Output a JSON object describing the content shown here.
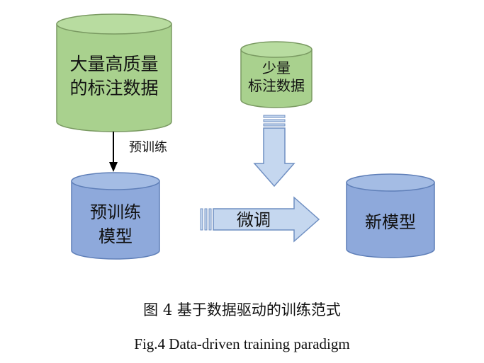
{
  "nodes": {
    "large_data": {
      "line1": "大量高质量",
      "line2": "的标注数据",
      "fill": "#a9d18e",
      "stroke": "#7a9a62"
    },
    "small_data": {
      "line1": "少量",
      "line2": "标注数据",
      "fill": "#a9d18e",
      "stroke": "#7a9a62"
    },
    "pretrained_model": {
      "line1": "预训练",
      "line2": "模型",
      "fill": "#8ea9db",
      "stroke": "#5f7fb8"
    },
    "new_model": {
      "line1": "新模型",
      "fill": "#8ea9db",
      "stroke": "#5f7fb8"
    }
  },
  "edges": {
    "pretrain": {
      "label": "预训练"
    },
    "finetune": {
      "label": "微调",
      "fill": "#c5d7ef",
      "stroke": "#6f8fc2"
    }
  },
  "caption": {
    "chinese": "图 4 基于数据驱动的训练范式",
    "english": "Fig.4 Data-driven training paradigm"
  }
}
